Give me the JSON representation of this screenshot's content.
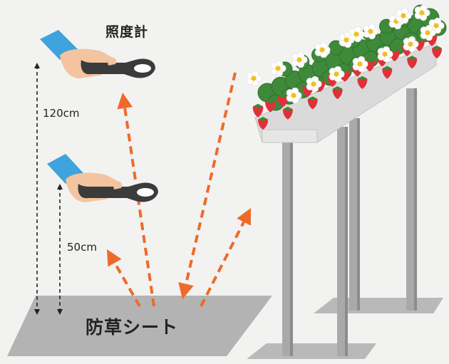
{
  "labels": {
    "meter": "照度計",
    "distance_long": "120cm",
    "distance_short": "50cm",
    "sheet": "防草シート"
  },
  "colors": {
    "background": "#f2f2f1",
    "arrow": "#ee6a2a",
    "sheet": "#b3b3b3",
    "sleeve": "#3fa3dd",
    "hand": "#f3c49f",
    "meter_body": "#3b3b3b",
    "trough": "#dadada",
    "post": "#a9a9a9",
    "strawberry": "#e0303a",
    "leaf": "#3e8a3a",
    "flower": "#ffffff"
  },
  "icons": [
    "lux-meter-icon",
    "hand-icon",
    "strawberry-icon",
    "flower-icon",
    "leaf-icon"
  ]
}
